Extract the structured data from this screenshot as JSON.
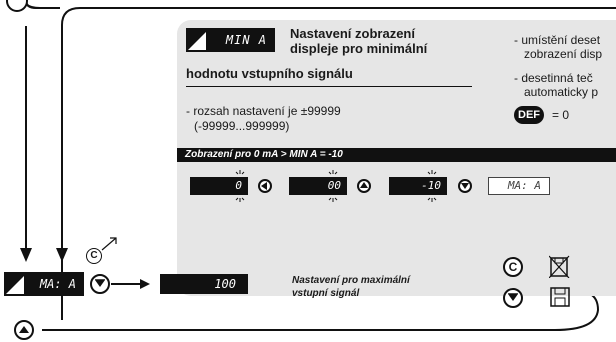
{
  "mina": {
    "lcd_text": "MIN A",
    "title_line1": "Nastavení zobrazení",
    "title_line2": "displeje pro minimální",
    "title_line3": "hodnotu vstupního signálu",
    "range_line1": "- rozsah nastavení je ±99999",
    "range_line2": "(-99999...999999)",
    "example_bar": "Zobrazení pro 0 mA > MIN A = -10",
    "sequence": [
      {
        "value": "0"
      },
      {
        "value": "00"
      },
      {
        "value": "-10"
      }
    ],
    "result_display": "MA: A"
  },
  "notes": {
    "line1": "- umístění deset",
    "line2": "zobrazení disp",
    "line3": "- desetinná teč",
    "line4": "automaticky p",
    "def_badge": "DEF",
    "def_value": "= 0"
  },
  "maxa": {
    "lcd_text": "MA: A",
    "value_display": "100",
    "desc_line1": "Nastavení pro maximální",
    "desc_line2": "vstupní signál"
  },
  "colors": {
    "panel": "#e6e6e6",
    "lcd": "#111111",
    "line": "#111111"
  },
  "icons": {
    "left": "left-arrow-circle-icon",
    "up": "up-arrow-circle-icon",
    "down": "down-arrow-circle-icon",
    "clear": "c-circle-icon",
    "no_save": "crossed-memory-icon",
    "save": "floppy-icon"
  }
}
